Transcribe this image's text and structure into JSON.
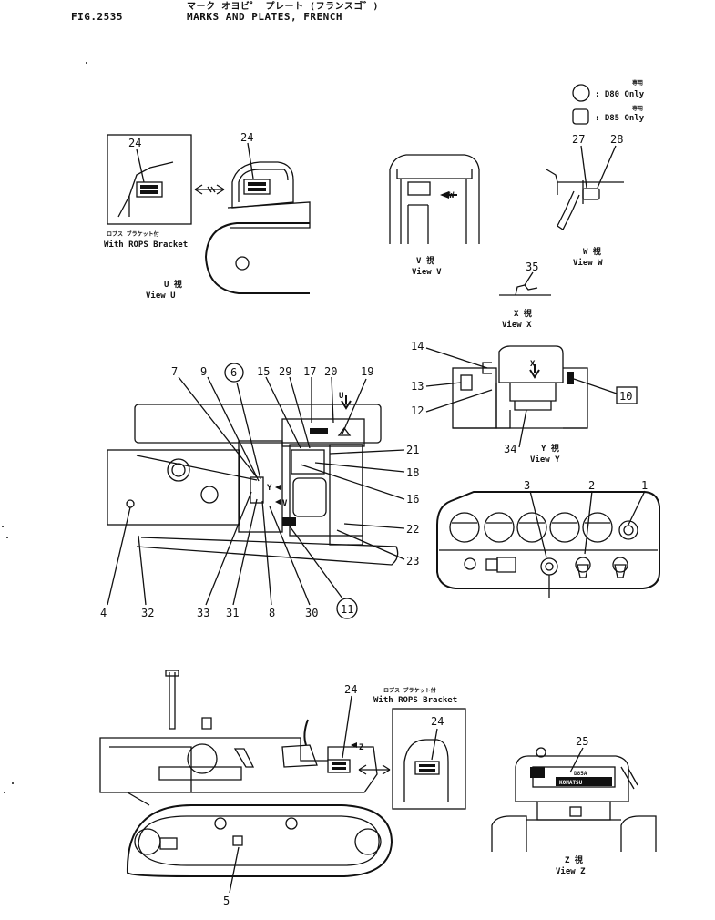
{
  "header": {
    "fig": "FIG.2535",
    "title_jp": "マーク オヨビ゜ プレート (フランスゴ゛)",
    "title": "MARKS AND PLATES, FRENCH"
  },
  "legend": {
    "d80": ": D80 Only",
    "d85": ": D85 Only",
    "jp_mark": "専用"
  },
  "views": {
    "u_jp": "U 視",
    "u": "View U",
    "v_jp": "V 視",
    "v": "View V",
    "w_jp": "W 視",
    "w": "View W",
    "x_jp": "X 視",
    "x": "View X",
    "y_jp": "Y 視",
    "y": "View Y",
    "z_jp": "Z 視",
    "z": "View Z"
  },
  "rops": {
    "jp": "ロプス ブラケット付",
    "en": "With ROPS Bracket"
  },
  "arrows": {
    "u": "U",
    "v": "V",
    "w": "W",
    "x": "X",
    "y": "Y",
    "z": "Z"
  },
  "plate": {
    "model": "D85A",
    "brand": "KOMATSU"
  },
  "callouts": {
    "c1": "1",
    "c2": "2",
    "c3": "3",
    "c4": "4",
    "c5": "5",
    "c6": "6",
    "c7": "7",
    "c8": "8",
    "c9": "9",
    "c10": "10",
    "c11": "11",
    "c12": "12",
    "c13": "13",
    "c14": "14",
    "c15": "15",
    "c16": "16",
    "c17": "17",
    "c18": "18",
    "c19": "19",
    "c20": "20",
    "c21": "21",
    "c22": "22",
    "c23": "23",
    "c24": "24",
    "c25": "25",
    "c27": "27",
    "c28": "28",
    "c29": "29",
    "c30": "30",
    "c31": "31",
    "c32": "32",
    "c33": "33",
    "c34": "34",
    "c35": "35"
  }
}
